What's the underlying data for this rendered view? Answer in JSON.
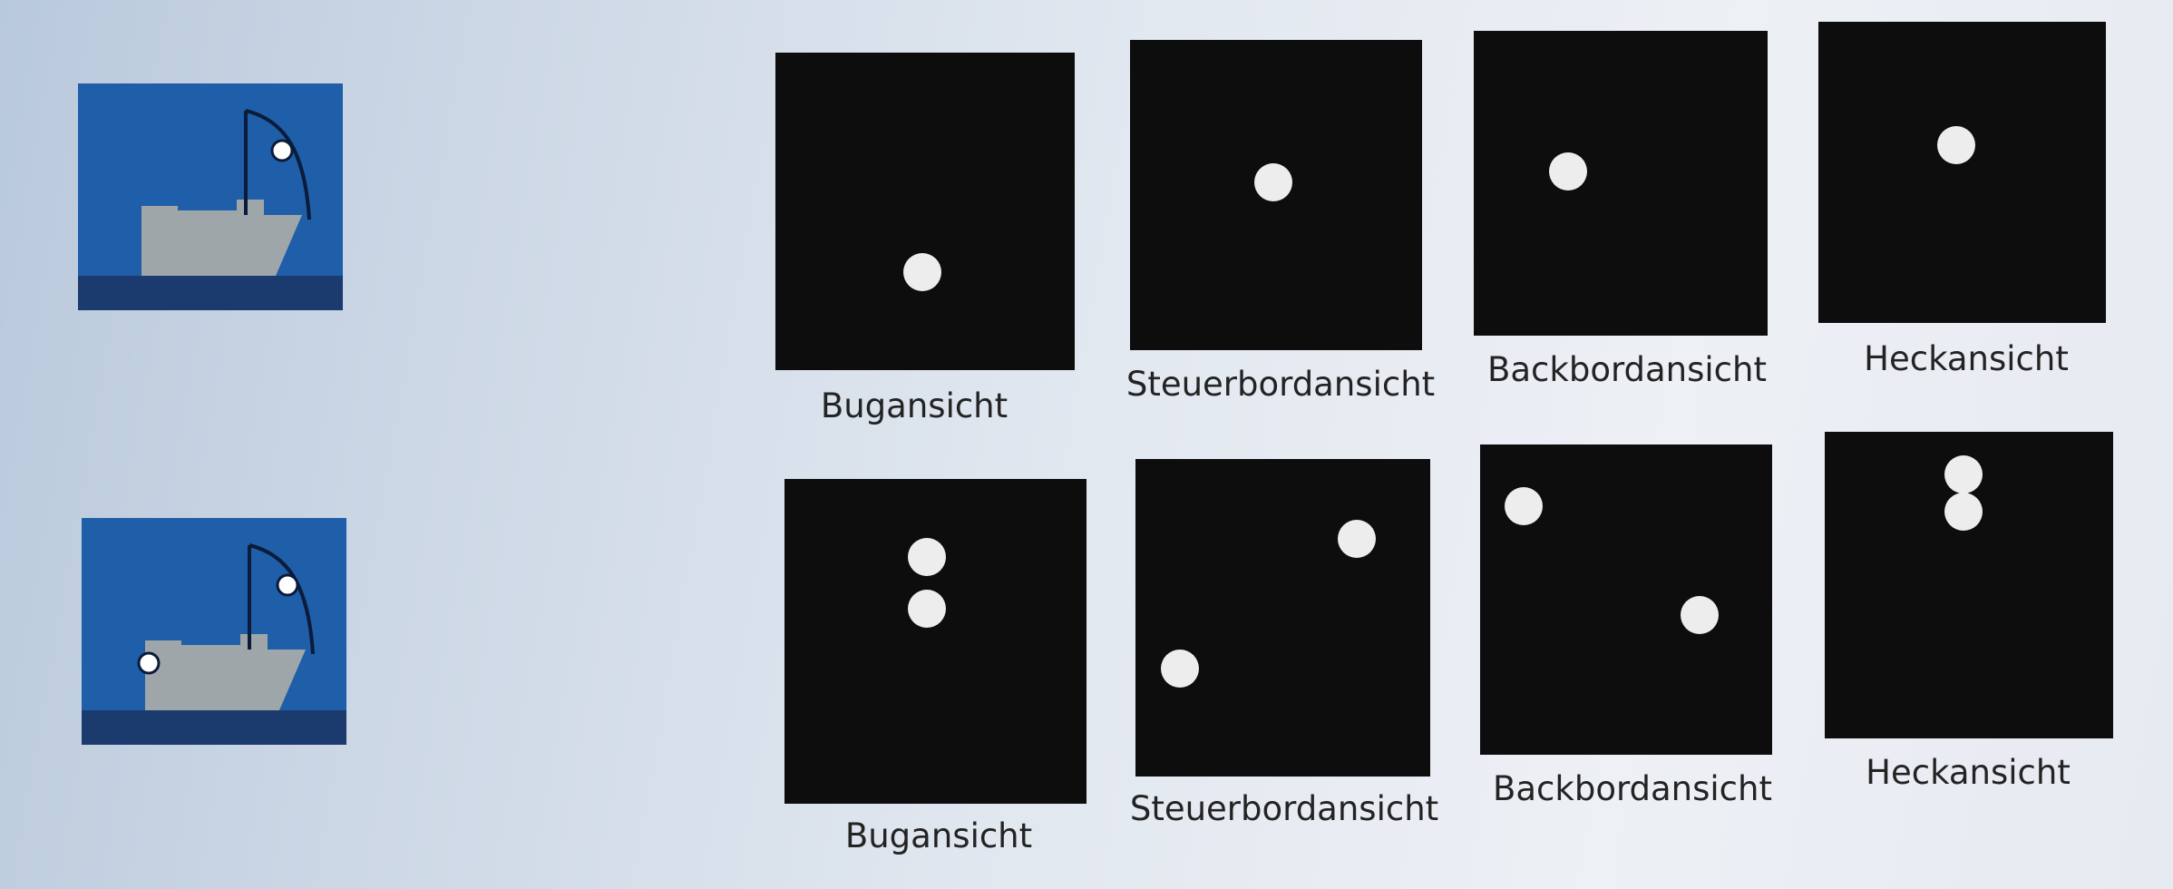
{
  "rows": [
    {
      "ship": {
        "mast_light": true,
        "bow_light": false
      },
      "views": [
        {
          "label": "Bugansicht"
        },
        {
          "label": "Steuerbordansicht"
        },
        {
          "label": "Backbordansicht"
        },
        {
          "label": "Heckansicht"
        }
      ]
    },
    {
      "ship": {
        "mast_light": true,
        "bow_light": true
      },
      "views": [
        {
          "label": "Bugansicht"
        },
        {
          "label": "Steuerbordansicht"
        },
        {
          "label": "Backbordansicht"
        },
        {
          "label": "Heckansicht"
        }
      ]
    }
  ],
  "colors": {
    "sky": "#1f5ea8",
    "water": "#1b3a6e",
    "hull": "#9fa6aa",
    "panel": "#0d0d0d",
    "light": "#ededed"
  }
}
